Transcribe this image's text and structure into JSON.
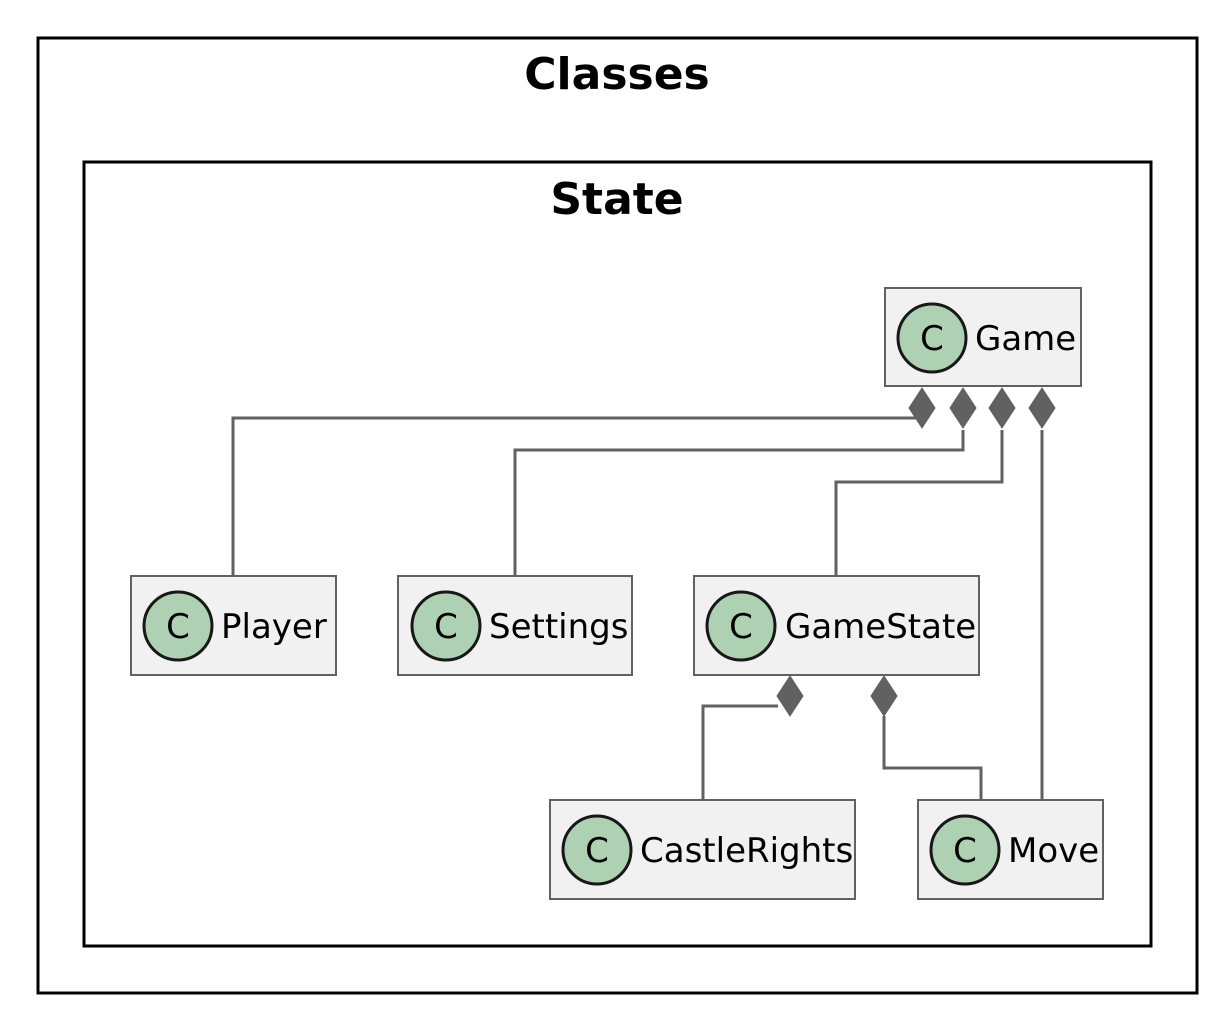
{
  "diagram": {
    "outer_package": {
      "title": "Classes"
    },
    "inner_package": {
      "title": "State"
    },
    "stereotype_letter": "C",
    "colors": {
      "class_fill": "#F1F1F1",
      "class_border": "#616161",
      "circle_fill": "#ADD1B2",
      "edge": "#616161"
    },
    "classes": {
      "game": "Game",
      "player": "Player",
      "settings": "Settings",
      "gamestate": "GameState",
      "castlerights": "CastleRights",
      "move": "Move"
    },
    "relations": [
      {
        "type": "composition",
        "whole": "Game",
        "part": "Player"
      },
      {
        "type": "composition",
        "whole": "Game",
        "part": "Settings"
      },
      {
        "type": "composition",
        "whole": "Game",
        "part": "GameState"
      },
      {
        "type": "composition",
        "whole": "Game",
        "part": "Move"
      },
      {
        "type": "composition",
        "whole": "GameState",
        "part": "CastleRights"
      },
      {
        "type": "composition",
        "whole": "GameState",
        "part": "Move"
      }
    ]
  }
}
